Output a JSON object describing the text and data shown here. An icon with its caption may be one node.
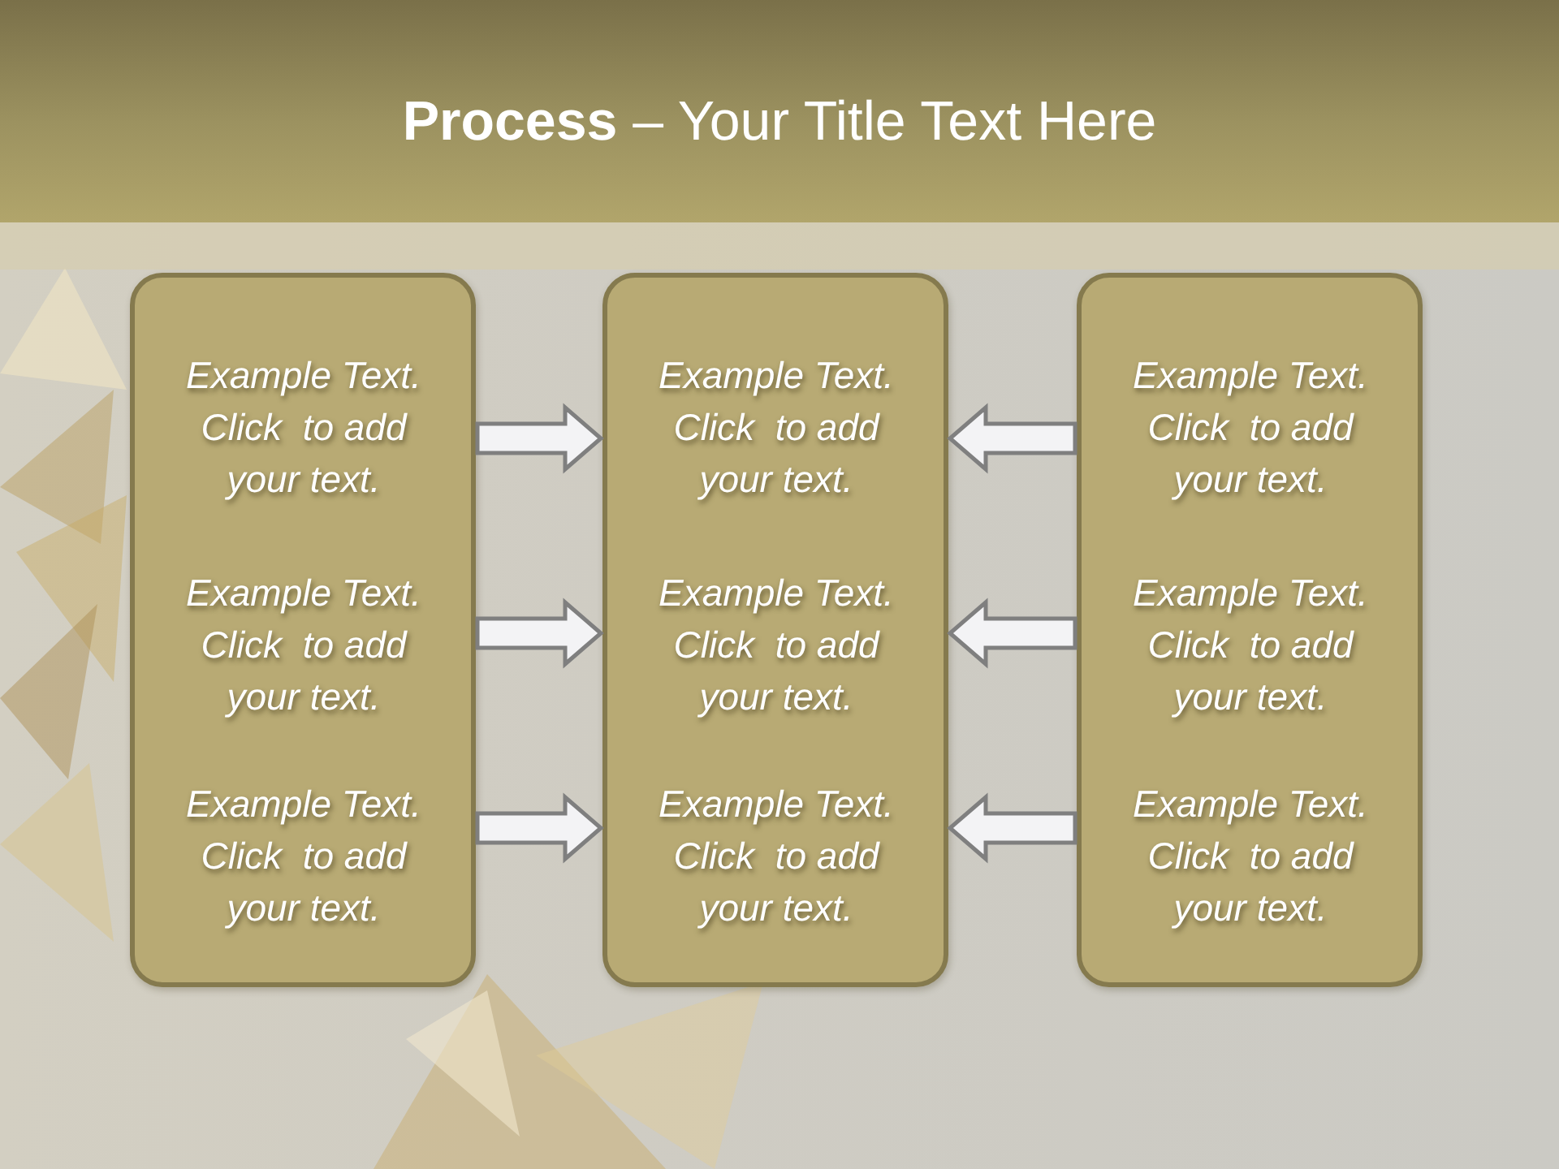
{
  "diagram": {
    "title": "**Process** – Your Title Text Here",
    "nodes": [
      {
        "text": [
          "Example Text. Click  to add your text.",
          "Example Text. Click  to add your text.",
          "Example Text. Click  to add your text."
        ]
      },
      {
        "text": [
          "Example Text. Click  to add your text.",
          "Example Text. Click  to add your text.",
          "Example Text. Click  to add your text."
        ]
      },
      {
        "text": [
          "Example Text. Click  to add your text.",
          "Example Text. Click  to add your text.",
          "Example Text. Click  to add your text."
        ]
      }
    ],
    "edges": [
      {
        "from": 0,
        "to": 1,
        "arrow": "to"
      },
      {
        "from": 0,
        "to": 1,
        "arrow": "to"
      },
      {
        "from": 0,
        "to": 1,
        "arrow": "to"
      },
      {
        "from": 2,
        "to": 1,
        "arrow": "to"
      },
      {
        "from": 2,
        "to": 1,
        "arrow": "to"
      },
      {
        "from": 2,
        "to": 1,
        "arrow": "to"
      }
    ]
  }
}
